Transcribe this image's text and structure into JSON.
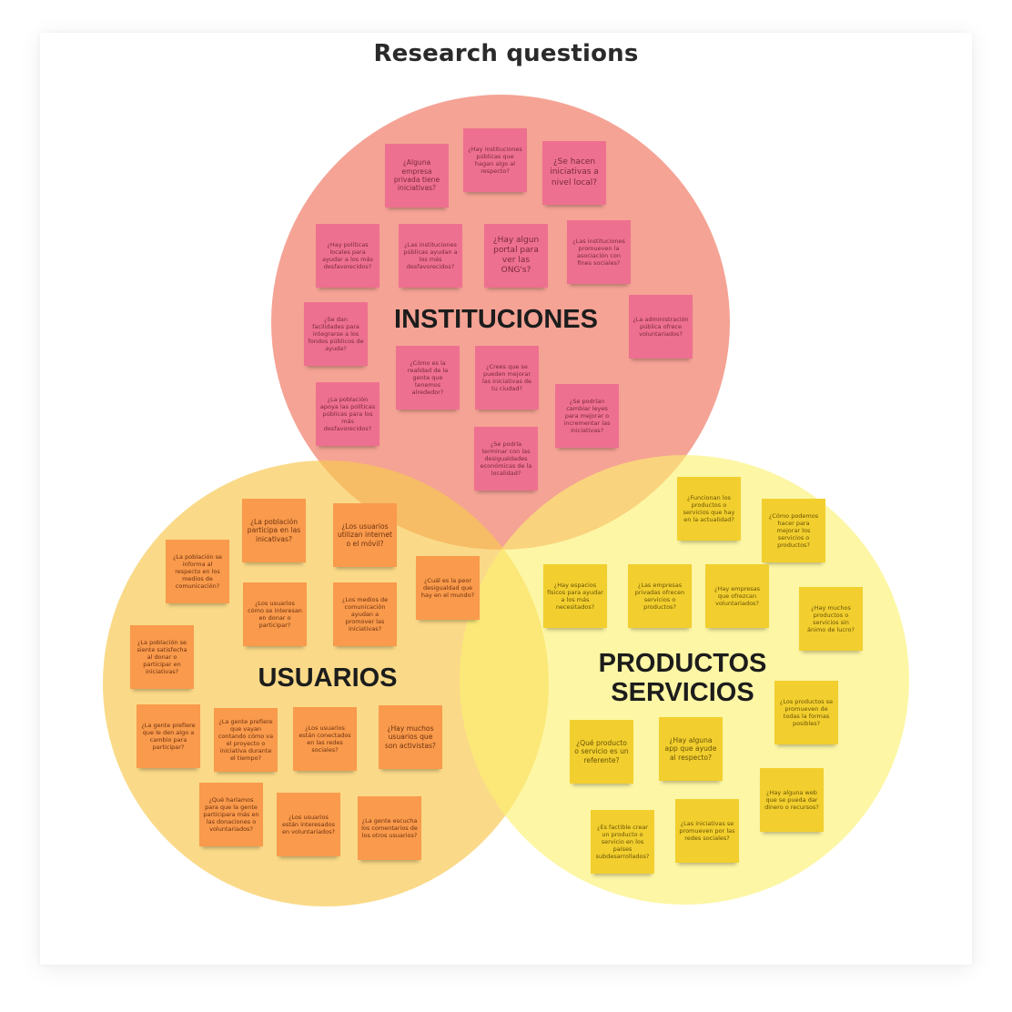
{
  "title": "Research questions",
  "colors": {
    "instituciones_circle": "#F4A090",
    "usuarios_circle": "#F9D27A",
    "productos_circle": "#FBF39A",
    "pink_note": "#EE7090",
    "orange_note": "#F99A4C",
    "yellow_note": "#F2CF2E"
  },
  "groups": {
    "instituciones": {
      "label": "INSTITUCIONES",
      "notes": [
        "¿Alguna empresa privada tiene iniciativas?",
        "¿Hay instituciones públicas que hagan algo al respecto?",
        "¿Se hacen iniciativas a nivel local?",
        "¿Hay políticas locales para ayudar a los más desfavorecidos?",
        "¿Las instituciones públicas ayudan a los más desfavorecidos?",
        "¿Hay algun portal para ver las ONG's?",
        "¿Las instituciones promueven la asociación con fines sociales?",
        "¿Se dan facilidades para integrarse a los fondos públicos de ayuda?",
        "¿La administración pública ofrece voluntariados?",
        "¿Cómo es la realidad de la gente que tenemos alrededor?",
        "¿Crees que se pueden mejorar las iniciativas de tu ciudad?",
        "¿La población apoya las políticas públicas para los más desfavorecidos?",
        "¿Se podrían cambiar leyes para mejorar o incrementar las iniciativas?",
        "¿Se podría terminar con las desigualdades económicas de la localidad?"
      ]
    },
    "usuarios": {
      "label": "USUARIOS",
      "notes": [
        "¿La población participa en las inicativas?",
        "¿Los usuarios utilizan internet o el móvil?",
        "¿La población se informa al respecto en los medios de comunicación?",
        "¿Cuál es la peor desigualdad que hay en el mundo?",
        "¿Los usuarios cómo se interesan en donar o participar?",
        "¿Los medios de comunicación ayudan a promover las iniciativas?",
        "¿La población se siente satisfecha al donar o participar en iniciativas?",
        "¿La gente prefiere que le den algo a cambio para participar?",
        "¿La gente prefiere que vayan contando cómo va el proyecto o iniciativa durante el tiempo?",
        "¿Los usuarios están conectados en las redes sociales?",
        "¿Hay muchos usuarios que son activistas?",
        "¿Qué haríamos para que la gente participara más en las donaciones o voluntariados?",
        "¿Los usuarios están interesados en voluntariados?",
        "¿La gente escucha los comentarios de los otros usuarios?"
      ]
    },
    "productos_servicios": {
      "label": "PRODUCTOS\nSERVICIOS",
      "notes": [
        "¿Funcionan los productos o servicios que hay en la actualidad?",
        "¿Cómo podemos hacer para mejorar los servicios o productos?",
        "¿Hay espacios físicos para ayudar a los más necesitados?",
        "¿Las empresas privadas ofrecen servicios o productos?",
        "¿Hay empresas que ofrezcan voluntariados?",
        "¿Hay muchos productos o servicios sin ánimo de lucro?",
        "¿Los productos se promueven de todas la formas posibles?",
        "¿Qué producto o servicio es un referente?",
        "¿Hay alguna app que ayude al respecto?",
        "¿Hay alguna web que se pueda dar dinero o recursos?",
        "¿Es factible crear un producto o servicio en los países subdesarrollados?",
        "¿Las iniciativas se promueven por las redes sociales?"
      ]
    }
  }
}
